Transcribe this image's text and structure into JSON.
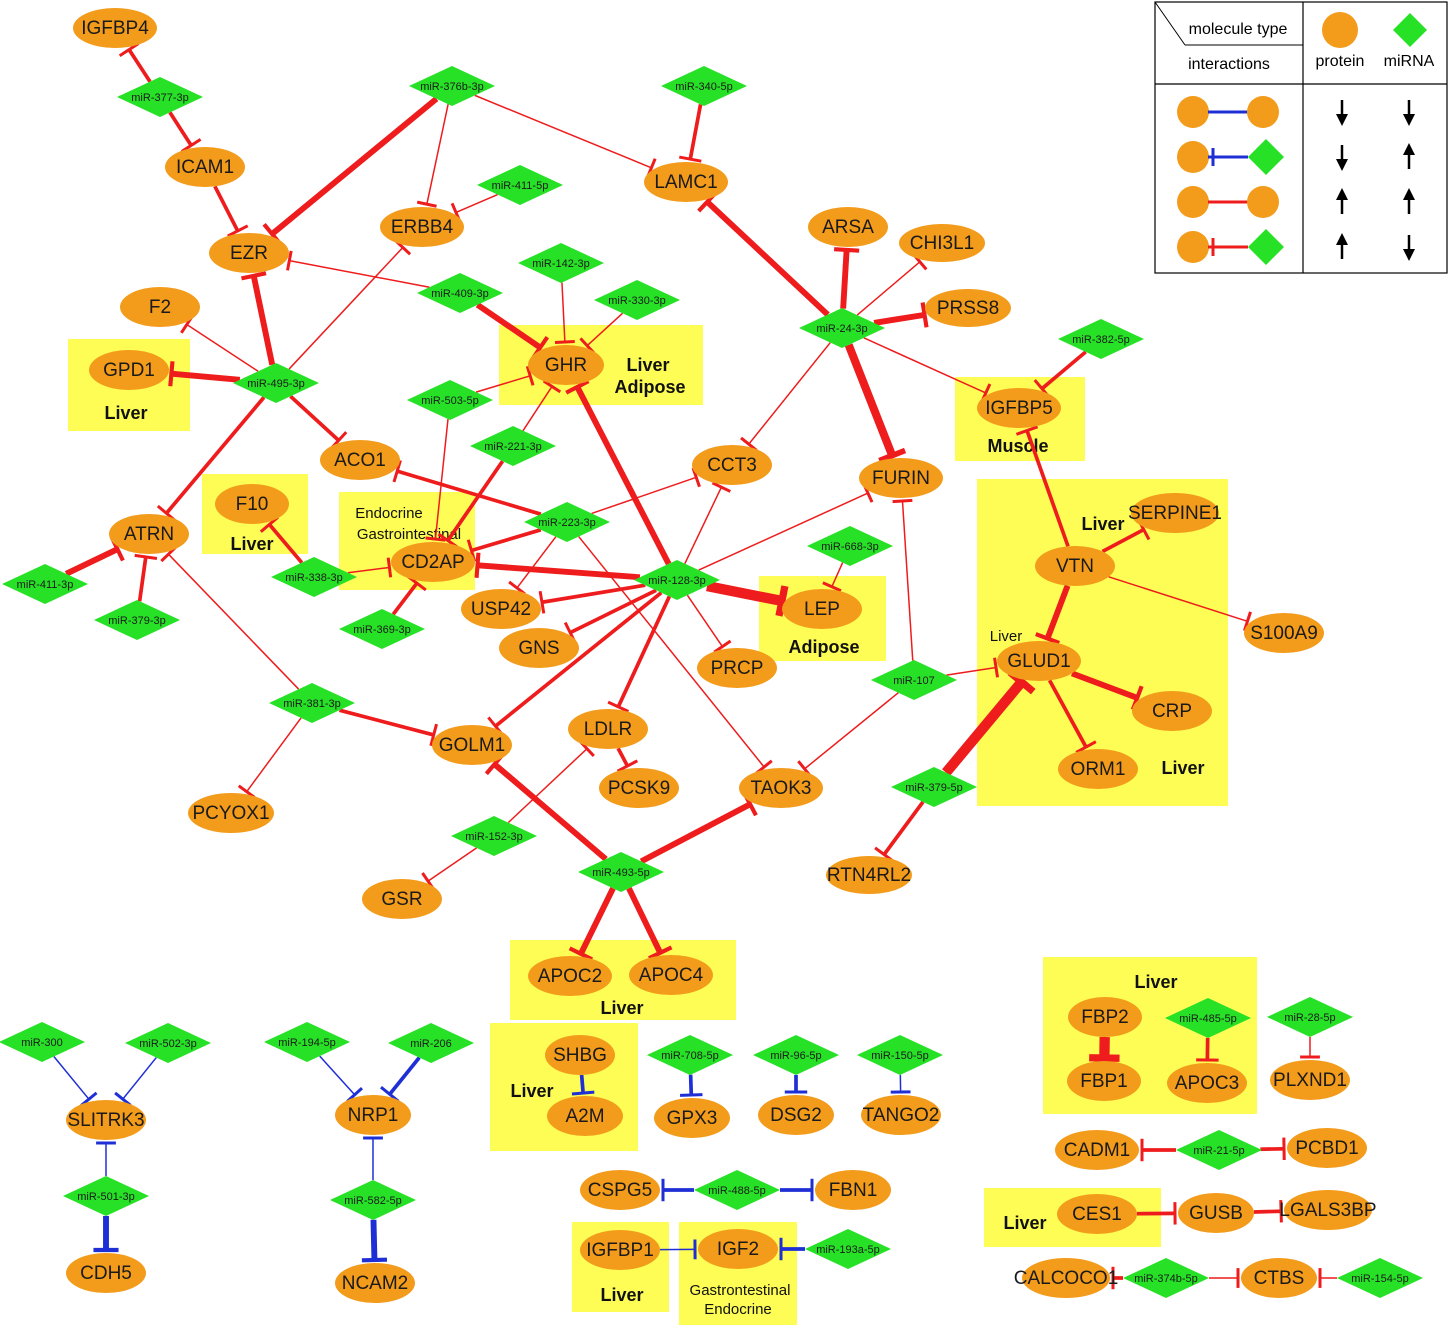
{
  "colors": {
    "protein": "#f39b1a",
    "mirna": "#26e126",
    "up_edge": "#ee1c1c",
    "down_edge": "#1f2fd6",
    "region": "#fdfd55"
  },
  "legend": {
    "molecule_type": "molecule type",
    "interactions": "interactions",
    "protein": "protein",
    "mirna": "miRNA"
  },
  "proteins": [
    {
      "id": "IGFBP4",
      "label": "IGFBP4"
    },
    {
      "id": "ICAM1",
      "label": "ICAM1"
    },
    {
      "id": "EZR",
      "label": "EZR"
    },
    {
      "id": "ERBB4",
      "label": "ERBB4"
    },
    {
      "id": "LAMC1",
      "label": "LAMC1"
    },
    {
      "id": "ARSA",
      "label": "ARSA"
    },
    {
      "id": "CHI3L1",
      "label": "CHI3L1"
    },
    {
      "id": "PRSS8",
      "label": "PRSS8"
    },
    {
      "id": "F2",
      "label": "F2"
    },
    {
      "id": "GPD1",
      "label": "GPD1"
    },
    {
      "id": "GHR",
      "label": "GHR"
    },
    {
      "id": "IGFBP5",
      "label": "IGFBP5"
    },
    {
      "id": "ACO1",
      "label": "ACO1"
    },
    {
      "id": "CCT3",
      "label": "CCT3"
    },
    {
      "id": "FURIN",
      "label": "FURIN"
    },
    {
      "id": "ATRN",
      "label": "ATRN"
    },
    {
      "id": "F10",
      "label": "F10"
    },
    {
      "id": "CD2AP",
      "label": "CD2AP"
    },
    {
      "id": "SERPINE1",
      "label": "SERPINE1"
    },
    {
      "id": "VTN",
      "label": "VTN"
    },
    {
      "id": "USP42",
      "label": "USP42"
    },
    {
      "id": "LEP",
      "label": "LEP"
    },
    {
      "id": "GNS",
      "label": "GNS"
    },
    {
      "id": "S100A9",
      "label": "S100A9"
    },
    {
      "id": "PRCP",
      "label": "PRCP"
    },
    {
      "id": "GLUD1",
      "label": "GLUD1"
    },
    {
      "id": "GOLM1",
      "label": "GOLM1"
    },
    {
      "id": "LDLR",
      "label": "LDLR"
    },
    {
      "id": "CRP",
      "label": "CRP"
    },
    {
      "id": "ORM1",
      "label": "ORM1"
    },
    {
      "id": "PCSK9",
      "label": "PCSK9"
    },
    {
      "id": "TAOK3",
      "label": "TAOK3"
    },
    {
      "id": "PCYOX1",
      "label": "PCYOX1"
    },
    {
      "id": "GSR",
      "label": "GSR"
    },
    {
      "id": "RTN4RL2",
      "label": "RTN4RL2"
    },
    {
      "id": "APOC2",
      "label": "APOC2"
    },
    {
      "id": "APOC4",
      "label": "APOC4"
    },
    {
      "id": "FBP2",
      "label": "FBP2"
    },
    {
      "id": "FBP1",
      "label": "FBP1"
    },
    {
      "id": "APOC3",
      "label": "APOC3"
    },
    {
      "id": "PLXND1",
      "label": "PLXND1"
    },
    {
      "id": "SHBG",
      "label": "SHBG"
    },
    {
      "id": "A2M",
      "label": "A2M"
    },
    {
      "id": "GPX3",
      "label": "GPX3"
    },
    {
      "id": "DSG2",
      "label": "DSG2"
    },
    {
      "id": "TANGO2",
      "label": "TANGO2"
    },
    {
      "id": "SLITRK3",
      "label": "SLITRK3"
    },
    {
      "id": "NRP1",
      "label": "NRP1"
    },
    {
      "id": "CADM1",
      "label": "CADM1"
    },
    {
      "id": "PCBD1",
      "label": "PCBD1"
    },
    {
      "id": "CSPG5",
      "label": "CSPG5"
    },
    {
      "id": "FBN1",
      "label": "FBN1"
    },
    {
      "id": "CES1",
      "label": "CES1"
    },
    {
      "id": "GUSB",
      "label": "GUSB"
    },
    {
      "id": "LGALS3BP",
      "label": "LGALS3BP"
    },
    {
      "id": "CDH5",
      "label": "CDH5"
    },
    {
      "id": "NCAM2",
      "label": "NCAM2"
    },
    {
      "id": "IGFBP1",
      "label": "IGFBP1"
    },
    {
      "id": "IGF2",
      "label": "IGF2"
    },
    {
      "id": "CALCOCO1",
      "label": "CALCOCO1"
    },
    {
      "id": "CTBS",
      "label": "CTBS"
    }
  ],
  "mirnas": [
    {
      "id": "m377",
      "label": "miR-377-3p"
    },
    {
      "id": "m376b",
      "label": "miR-376b-3p"
    },
    {
      "id": "m340",
      "label": "miR-340-5p"
    },
    {
      "id": "m411a",
      "label": "miR-411-5p"
    },
    {
      "id": "m142",
      "label": "miR-142-3p"
    },
    {
      "id": "m330",
      "label": "miR-330-3p"
    },
    {
      "id": "m409",
      "label": "miR-409-3p"
    },
    {
      "id": "m24",
      "label": "miR-24-3p"
    },
    {
      "id": "m382",
      "label": "miR-382-5p"
    },
    {
      "id": "m495",
      "label": "miR-495-3p"
    },
    {
      "id": "m503",
      "label": "miR-503-5p"
    },
    {
      "id": "m221",
      "label": "miR-221-3p"
    },
    {
      "id": "m223",
      "label": "miR-223-3p"
    },
    {
      "id": "m668",
      "label": "miR-668-3p"
    },
    {
      "id": "m411b",
      "label": "miR-411-3p"
    },
    {
      "id": "m338",
      "label": "miR-338-3p"
    },
    {
      "id": "m128",
      "label": "miR-128-3p"
    },
    {
      "id": "m379a",
      "label": "miR-379-3p"
    },
    {
      "id": "m369",
      "label": "miR-369-3p"
    },
    {
      "id": "m107",
      "label": "miR-107"
    },
    {
      "id": "m381",
      "label": "miR-381-3p"
    },
    {
      "id": "m379b",
      "label": "miR-379-5p"
    },
    {
      "id": "m152",
      "label": "miR-152-3p"
    },
    {
      "id": "m493",
      "label": "miR-493-5p"
    },
    {
      "id": "m485",
      "label": "miR-485-5p"
    },
    {
      "id": "m28",
      "label": "miR-28-5p"
    },
    {
      "id": "m300",
      "label": "miR-300"
    },
    {
      "id": "m502",
      "label": "miR-502-3p"
    },
    {
      "id": "m194",
      "label": "miR-194-5p"
    },
    {
      "id": "m206",
      "label": "miR-206"
    },
    {
      "id": "m708",
      "label": "miR-708-5p"
    },
    {
      "id": "m96",
      "label": "miR-96-5p"
    },
    {
      "id": "m150",
      "label": "miR-150-5p"
    },
    {
      "id": "m21",
      "label": "miR-21-5p"
    },
    {
      "id": "m501",
      "label": "miR-501-3p"
    },
    {
      "id": "m582",
      "label": "miR-582-5p"
    },
    {
      "id": "m488",
      "label": "miR-488-5p"
    },
    {
      "id": "m193a",
      "label": "miR-193a-5p"
    },
    {
      "id": "m374b",
      "label": "miR-374b-5p"
    },
    {
      "id": "m154",
      "label": "miR-154-5p"
    }
  ],
  "regions": [
    {
      "id": "r_gpd1",
      "lines": [
        "Liver"
      ]
    },
    {
      "id": "r_ghr",
      "lines": [
        "Liver",
        "Adipose"
      ]
    },
    {
      "id": "r_f10",
      "lines": [
        "Liver"
      ]
    },
    {
      "id": "r_cd2ap",
      "lines": [
        "Endocrine",
        "Gastrointestinal"
      ]
    },
    {
      "id": "r_igfbp5",
      "lines": [
        "Muscle"
      ]
    },
    {
      "id": "r_liverbig",
      "lines": [
        "Liver",
        "Liver",
        "Liver"
      ]
    },
    {
      "id": "r_lep",
      "lines": [
        "Adipose"
      ]
    },
    {
      "id": "r_apoc",
      "lines": [
        "Liver"
      ]
    },
    {
      "id": "r_fbp",
      "lines": [
        "Liver"
      ]
    },
    {
      "id": "r_shbg",
      "lines": [
        "Liver"
      ]
    },
    {
      "id": "r_ces1",
      "lines": [
        "Liver"
      ]
    },
    {
      "id": "r_igfbp1",
      "lines": [
        "Liver"
      ]
    },
    {
      "id": "r_igf2",
      "lines": [
        "Gastrontestinal",
        "Endocrine"
      ]
    }
  ],
  "edges": [
    {
      "from": "m377",
      "to": "IGFBP4",
      "type": "up",
      "w": 2
    },
    {
      "from": "m377",
      "to": "ICAM1",
      "type": "up",
      "w": 2
    },
    {
      "from": "ICAM1",
      "to": "EZR",
      "type": "up",
      "w": 2
    },
    {
      "from": "m376b",
      "to": "EZR",
      "type": "up",
      "w": 3
    },
    {
      "from": "m376b",
      "to": "ERBB4",
      "type": "up",
      "w": 1
    },
    {
      "from": "m376b",
      "to": "LAMC1",
      "type": "up",
      "w": 1
    },
    {
      "from": "m340",
      "to": "LAMC1",
      "type": "up",
      "w": 2
    },
    {
      "from": "m411a",
      "to": "ERBB4",
      "type": "up",
      "w": 1
    },
    {
      "from": "m24",
      "to": "LAMC1",
      "type": "up",
      "w": 3
    },
    {
      "from": "m24",
      "to": "ARSA",
      "type": "up",
      "w": 3
    },
    {
      "from": "m24",
      "to": "CHI3L1",
      "type": "up",
      "w": 1
    },
    {
      "from": "m24",
      "to": "PRSS8",
      "type": "up",
      "w": 3
    },
    {
      "from": "m24",
      "to": "IGFBP5",
      "type": "up",
      "w": 1
    },
    {
      "from": "m24",
      "to": "FURIN",
      "type": "up",
      "w": 4
    },
    {
      "from": "m24",
      "to": "CCT3",
      "type": "up",
      "w": 1
    },
    {
      "from": "m409",
      "to": "EZR",
      "type": "up",
      "w": 1
    },
    {
      "from": "m409",
      "to": "GHR",
      "type": "up",
      "w": 3
    },
    {
      "from": "m142",
      "to": "GHR",
      "type": "up",
      "w": 1
    },
    {
      "from": "m330",
      "to": "GHR",
      "type": "up",
      "w": 1
    },
    {
      "from": "m382",
      "to": "IGFBP5",
      "type": "up",
      "w": 2
    },
    {
      "from": "m495",
      "to": "EZR",
      "type": "up",
      "w": 3
    },
    {
      "from": "m495",
      "to": "F2",
      "type": "up",
      "w": 1
    },
    {
      "from": "m495",
      "to": "GPD1",
      "type": "up",
      "w": 3
    },
    {
      "from": "m495",
      "to": "ACO1",
      "type": "up",
      "w": 2
    },
    {
      "from": "m495",
      "to": "ATRN",
      "type": "up",
      "w": 2
    },
    {
      "from": "m495",
      "to": "ERBB4",
      "type": "up",
      "w": 1
    },
    {
      "from": "m503",
      "to": "GHR",
      "type": "up",
      "w": 1
    },
    {
      "from": "m503",
      "to": "CD2AP",
      "type": "up",
      "w": 1
    },
    {
      "from": "m221",
      "to": "GHR",
      "type": "up",
      "w": 1
    },
    {
      "from": "m221",
      "to": "CD2AP",
      "type": "up",
      "w": 2
    },
    {
      "from": "m223",
      "to": "ACO1",
      "type": "up",
      "w": 2
    },
    {
      "from": "m223",
      "to": "CD2AP",
      "type": "up",
      "w": 2
    },
    {
      "from": "m223",
      "to": "CCT3",
      "type": "up",
      "w": 1
    },
    {
      "from": "m223",
      "to": "USP42",
      "type": "up",
      "w": 1
    },
    {
      "from": "m223",
      "to": "TAOK3",
      "type": "up",
      "w": 1
    },
    {
      "from": "m128",
      "to": "GHR",
      "type": "up",
      "w": 3
    },
    {
      "from": "m128",
      "to": "CD2AP",
      "type": "up",
      "w": 3
    },
    {
      "from": "m128",
      "to": "USP42",
      "type": "up",
      "w": 2
    },
    {
      "from": "m128",
      "to": "GNS",
      "type": "up",
      "w": 2
    },
    {
      "from": "m128",
      "to": "LEP",
      "type": "up",
      "w": 5
    },
    {
      "from": "m128",
      "to": "PRCP",
      "type": "up",
      "w": 1
    },
    {
      "from": "m128",
      "to": "LDLR",
      "type": "up",
      "w": 2
    },
    {
      "from": "m128",
      "to": "GOLM1",
      "type": "up",
      "w": 2
    },
    {
      "from": "m128",
      "to": "FURIN",
      "type": "up",
      "w": 1
    },
    {
      "from": "m128",
      "to": "CCT3",
      "type": "up",
      "w": 1
    },
    {
      "from": "m668",
      "to": "LEP",
      "type": "up",
      "w": 1
    },
    {
      "from": "m411b",
      "to": "ATRN",
      "type": "up",
      "w": 3
    },
    {
      "from": "m379a",
      "to": "ATRN",
      "type": "up",
      "w": 2
    },
    {
      "from": "m338",
      "to": "F10",
      "type": "up",
      "w": 2
    },
    {
      "from": "m338",
      "to": "CD2AP",
      "type": "up",
      "w": 1
    },
    {
      "from": "m369",
      "to": "CD2AP",
      "type": "up",
      "w": 2
    },
    {
      "from": "m381",
      "to": "ATRN",
      "type": "up",
      "w": 1
    },
    {
      "from": "m381",
      "to": "GOLM1",
      "type": "up",
      "w": 2
    },
    {
      "from": "m381",
      "to": "PCYOX1",
      "type": "up",
      "w": 1
    },
    {
      "from": "m107",
      "to": "FURIN",
      "type": "up",
      "w": 1
    },
    {
      "from": "m107",
      "to": "GLUD1",
      "type": "up",
      "w": 1
    },
    {
      "from": "m107",
      "to": "TAOK3",
      "type": "up",
      "w": 1
    },
    {
      "from": "m379b",
      "to": "GLUD1",
      "type": "up",
      "w": 5
    },
    {
      "from": "m379b",
      "to": "RTN4RL2",
      "type": "up",
      "w": 2
    },
    {
      "from": "m152",
      "to": "LDLR",
      "type": "up",
      "w": 1
    },
    {
      "from": "m152",
      "to": "GSR",
      "type": "up",
      "w": 1
    },
    {
      "from": "m493",
      "to": "GOLM1",
      "type": "up",
      "w": 3
    },
    {
      "from": "m493",
      "to": "TAOK3",
      "type": "up",
      "w": 3
    },
    {
      "from": "m493",
      "to": "APOC2",
      "type": "up",
      "w": 3
    },
    {
      "from": "m493",
      "to": "APOC4",
      "type": "up",
      "w": 3
    },
    {
      "from": "m485",
      "to": "APOC3",
      "type": "up",
      "w": 2
    },
    {
      "from": "m28",
      "to": "PLXND1",
      "type": "up",
      "w": 1
    },
    {
      "from": "m21",
      "to": "CADM1",
      "type": "up",
      "w": 2
    },
    {
      "from": "m21",
      "to": "PCBD1",
      "type": "up",
      "w": 2
    },
    {
      "from": "m374b",
      "to": "CALCOCO1",
      "type": "up",
      "w": 2
    },
    {
      "from": "m374b",
      "to": "CTBS",
      "type": "up",
      "w": 1
    },
    {
      "from": "m154",
      "to": "CTBS",
      "type": "up",
      "w": 1
    },
    {
      "from": "m300",
      "to": "SLITRK3",
      "type": "down",
      "w": 1
    },
    {
      "from": "m502",
      "to": "SLITRK3",
      "type": "down",
      "w": 1
    },
    {
      "from": "m501",
      "to": "SLITRK3",
      "type": "down",
      "w": 1
    },
    {
      "from": "m501",
      "to": "CDH5",
      "type": "down",
      "w": 3
    },
    {
      "from": "m194",
      "to": "NRP1",
      "type": "down",
      "w": 1
    },
    {
      "from": "m206",
      "to": "NRP1",
      "type": "down",
      "w": 2
    },
    {
      "from": "m582",
      "to": "NRP1",
      "type": "down",
      "w": 1
    },
    {
      "from": "m582",
      "to": "NCAM2",
      "type": "down",
      "w": 3
    },
    {
      "from": "m708",
      "to": "GPX3",
      "type": "down",
      "w": 2
    },
    {
      "from": "m96",
      "to": "DSG2",
      "type": "down",
      "w": 2
    },
    {
      "from": "m150",
      "to": "TANGO2",
      "type": "down",
      "w": 1
    },
    {
      "from": "m488",
      "to": "CSPG5",
      "type": "down",
      "w": 2
    },
    {
      "from": "m488",
      "to": "FBN1",
      "type": "down",
      "w": 2
    },
    {
      "from": "m193a",
      "to": "IGF2",
      "type": "down",
      "w": 2
    },
    {
      "from": "VTN",
      "to": "IGFBP5",
      "type": "up",
      "w": 2
    },
    {
      "from": "VTN",
      "to": "SERPINE1",
      "type": "up",
      "w": 2
    },
    {
      "from": "VTN",
      "to": "S100A9",
      "type": "up",
      "w": 1
    },
    {
      "from": "VTN",
      "to": "GLUD1",
      "type": "up",
      "w": 3
    },
    {
      "from": "GLUD1",
      "to": "CRP",
      "type": "up",
      "w": 3
    },
    {
      "from": "GLUD1",
      "to": "ORM1",
      "type": "up",
      "w": 2
    },
    {
      "from": "LDLR",
      "to": "PCSK9",
      "type": "up",
      "w": 2
    },
    {
      "from": "FBP2",
      "to": "FBP1",
      "type": "up",
      "w": 5
    },
    {
      "from": "SHBG",
      "to": "A2M",
      "type": "down",
      "w": 2
    },
    {
      "from": "CES1",
      "to": "GUSB",
      "type": "up",
      "w": 2
    },
    {
      "from": "GUSB",
      "to": "LGALS3BP",
      "type": "up",
      "w": 2
    },
    {
      "from": "IGFBP1",
      "to": "IGF2",
      "type": "down",
      "w": 1
    }
  ]
}
